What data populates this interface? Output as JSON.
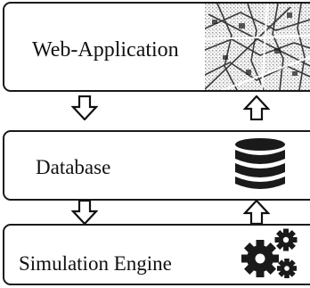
{
  "diagram": {
    "nodes": [
      {
        "id": "web",
        "label": "Web-Application",
        "icon": "city-map-image"
      },
      {
        "id": "db",
        "label": "Database",
        "icon": "database-icon"
      },
      {
        "id": "sim",
        "label": "Simulation Engine",
        "icon": "gears-icon"
      }
    ],
    "edges": [
      {
        "from": "web",
        "to": "db",
        "direction": "down"
      },
      {
        "from": "db",
        "to": "web",
        "direction": "up"
      },
      {
        "from": "db",
        "to": "sim",
        "direction": "down"
      },
      {
        "from": "sim",
        "to": "db",
        "direction": "up"
      }
    ]
  }
}
